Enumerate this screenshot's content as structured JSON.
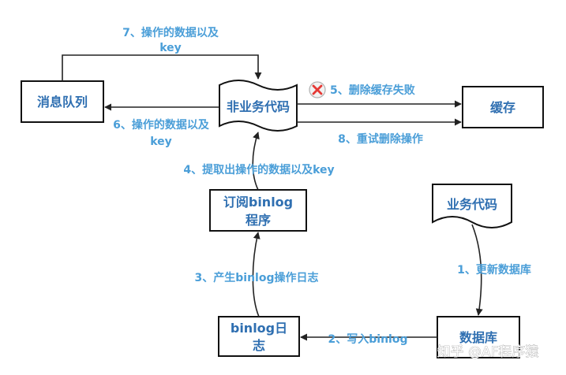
{
  "nodes": {
    "mq": "消息队列",
    "nonbiz": "非业务代码",
    "cache": "缓存",
    "subscribe_line1": "订阅binlog",
    "subscribe_line2": "程序",
    "bizcode": "业务代码",
    "binlog_line1": "binlog日",
    "binlog_line2": "志",
    "database": "数据库"
  },
  "edges": {
    "e7_line1": "7、操作的数据以及",
    "e7_line2": "key",
    "e6_line1": "6、操作的数据以及",
    "e6_line2": "key",
    "e5": "5、删除缓存失败",
    "e8": "8、重试删除操作",
    "e4": "4、提取出操作的数据以及key",
    "e3": "3、产生binlog操作日志",
    "e2": "2、写入binlog",
    "e1": "1、更新数据库"
  },
  "watermark": "知乎 @AF程序猿",
  "colors": {
    "node_text": "#2f6fb1",
    "edge_text": "#4a9ed8",
    "fail_icon": "#e53935"
  }
}
